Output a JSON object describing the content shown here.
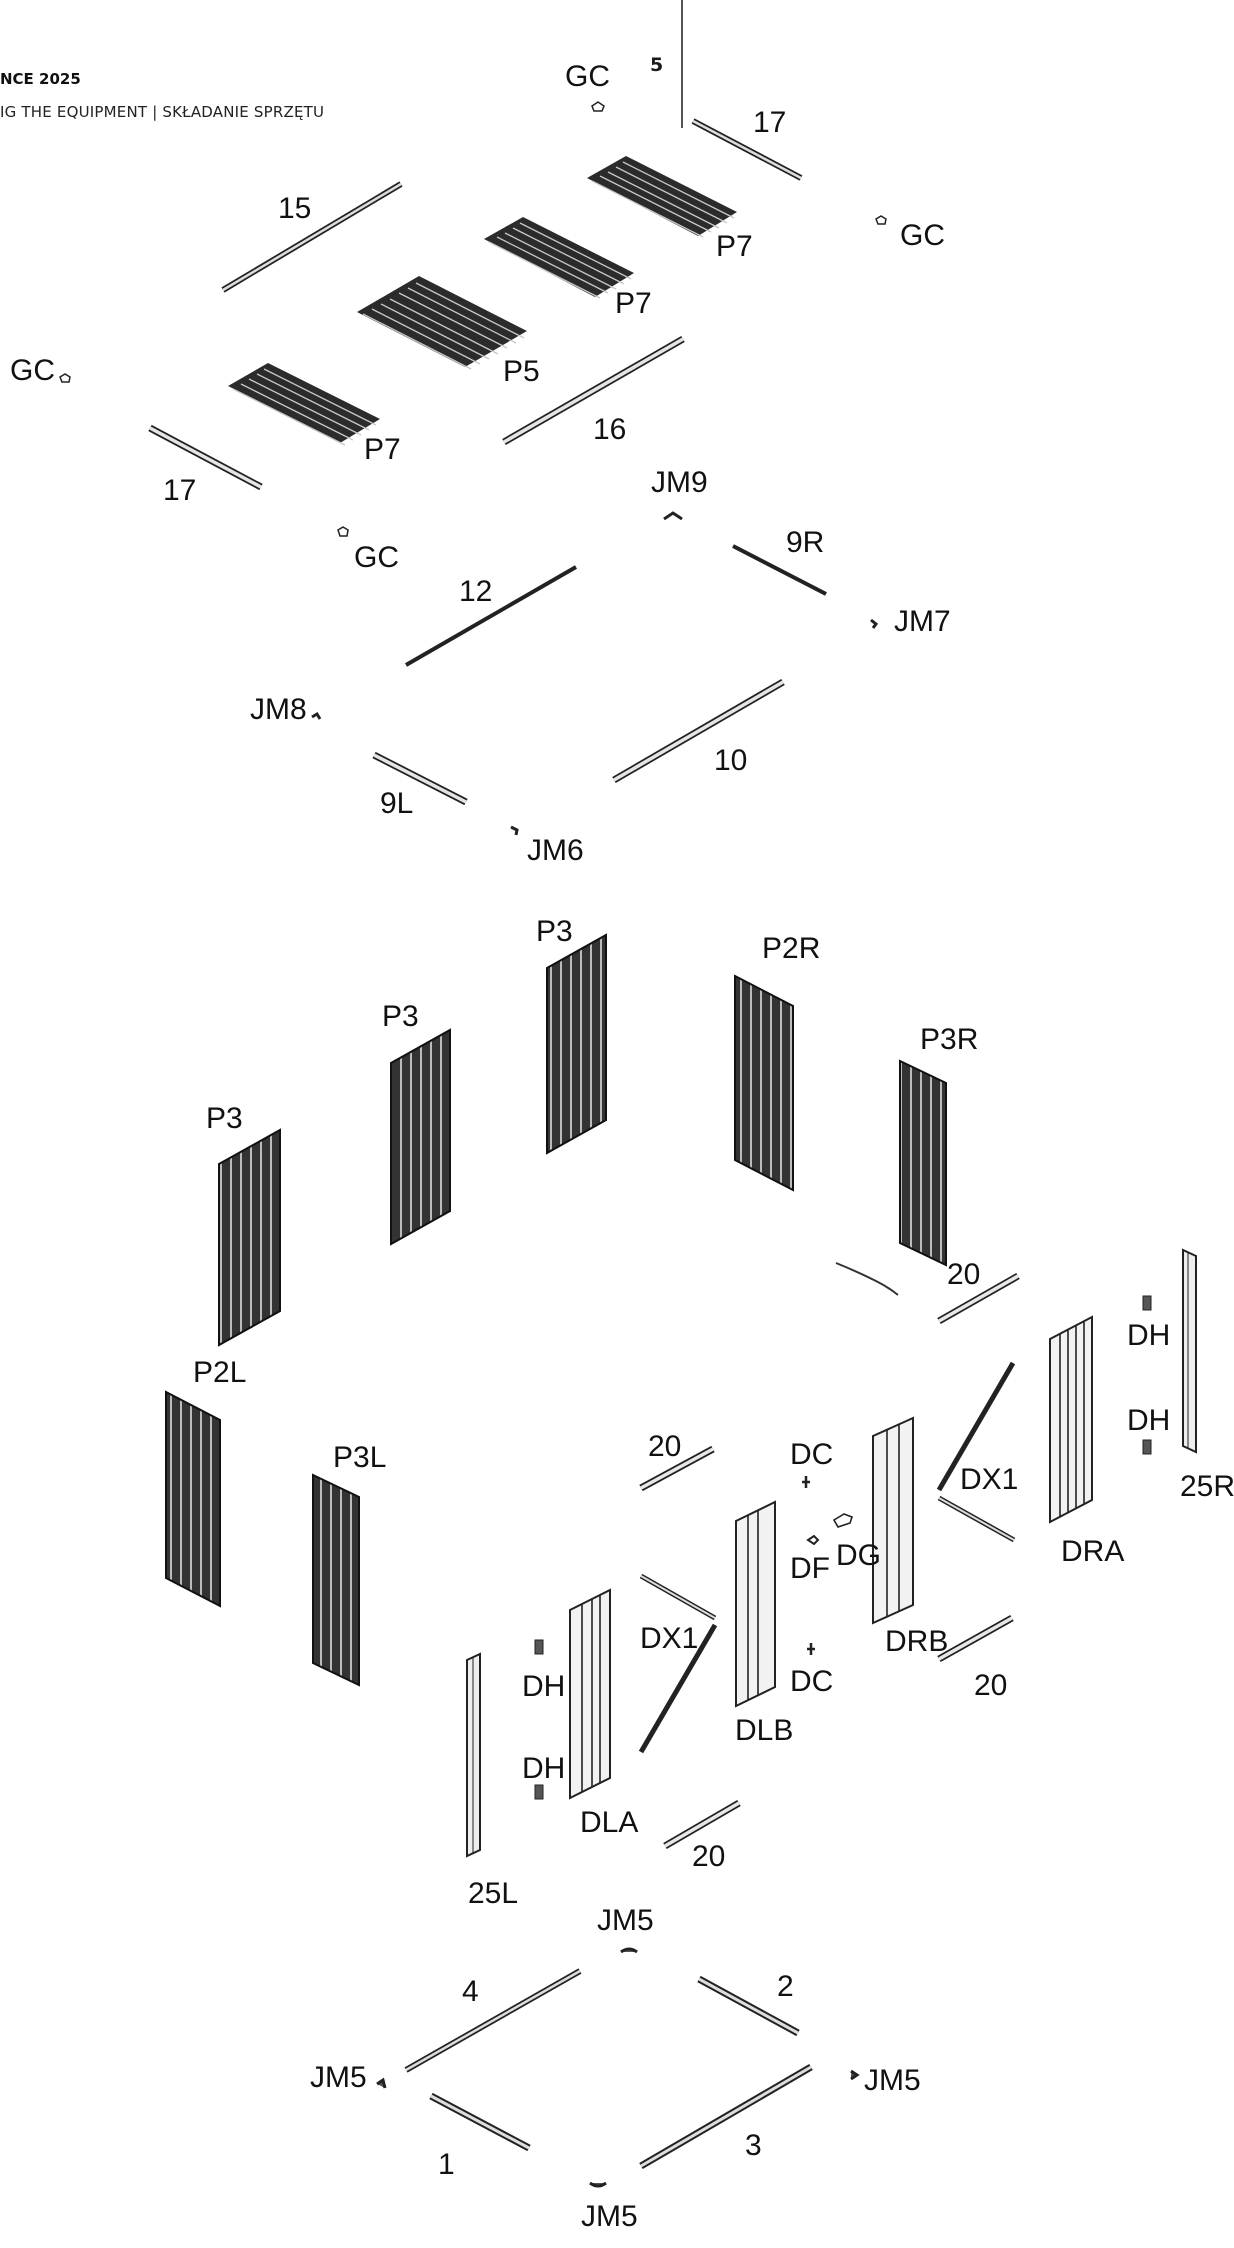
{
  "header": {
    "title": "NCE 2025",
    "subtitle": "IG THE EQUIPMENT | SKŁADANIE SPRZĘTU",
    "step_number": "5"
  },
  "colors": {
    "ink": "#111111",
    "panel": "#2b2b2b",
    "light_part": "#e9e9e9"
  },
  "labels": {
    "gc_top": "GC",
    "p17_top": "17",
    "gc_right": "GC",
    "p15": "15",
    "p7_a": "P7",
    "p7_b": "P7",
    "gc_left": "GC",
    "p5": "P5",
    "p16": "16",
    "p7_c": "P7",
    "p17_left": "17",
    "jm9": "JM9",
    "gc_mid": "GC",
    "p9r": "9R",
    "p12": "12",
    "jm7": "JM7",
    "jm8": "JM8",
    "p10": "10",
    "p9l": "9L",
    "jm6": "JM6",
    "p3_top": "P3",
    "p2r": "P2R",
    "p3_mid": "P3",
    "p3r": "P3R",
    "p3_left": "P3",
    "p20_a": "20",
    "dh_a": "DH",
    "dh_b": "DH",
    "p25r": "25R",
    "p2l": "P2L",
    "p20_b": "20",
    "dc_a": "DC",
    "p3l": "P3L",
    "dx1_r": "DX1",
    "df": "DF",
    "dg": "DG",
    "dra": "DRA",
    "dx1_l": "DX1",
    "drb": "DRB",
    "dc_b": "DC",
    "p20_c": "20",
    "dh_c": "DH",
    "dlb": "DLB",
    "dh_d": "DH",
    "dla": "DLA",
    "p20_d": "20",
    "p25l": "25L",
    "jm5_top": "JM5",
    "p4": "4",
    "p2": "2",
    "jm5_left": "JM5",
    "jm5_right": "JM5",
    "p1": "1",
    "p3": "3",
    "jm5_bottom": "JM5"
  }
}
